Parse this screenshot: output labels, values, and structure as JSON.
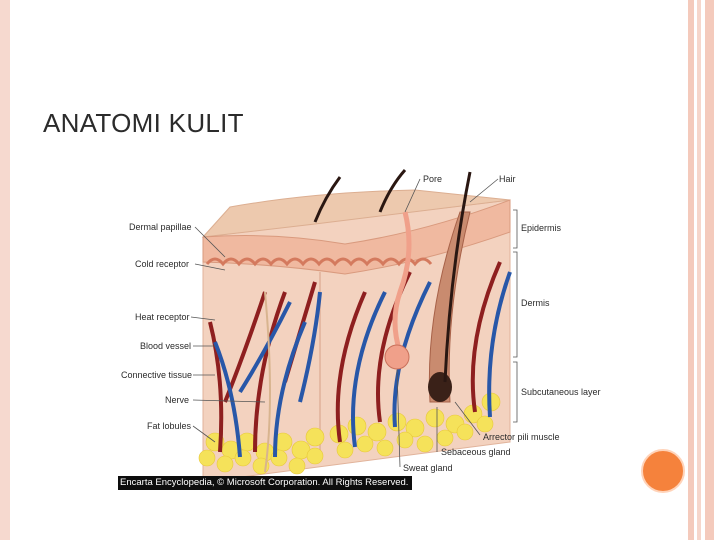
{
  "slide": {
    "title": "ANATOMI KULIT"
  },
  "figure": {
    "labels_left": [
      "Dermal papillae",
      "Cold receptor",
      "Heat receptor",
      "Blood vessel",
      "Connective tissue",
      "Nerve",
      "Fat lobules"
    ],
    "labels_top": [
      "Pore",
      "Hair"
    ],
    "labels_right": [
      "Epidermis",
      "Dermis",
      "Subcutaneous layer",
      "Arrector pili muscle",
      "Sebaceous gland"
    ],
    "labels_bottom": [
      "Sweat gland"
    ],
    "credit": "Encarta Encyclopedia, © Microsoft Corporation. All Rights Reserved."
  },
  "colors": {
    "accent": "#f5823c",
    "frame": "#f4cabc",
    "artery": "#8e1f1f",
    "vein": "#2857a8",
    "fat": "#f5e25a"
  }
}
